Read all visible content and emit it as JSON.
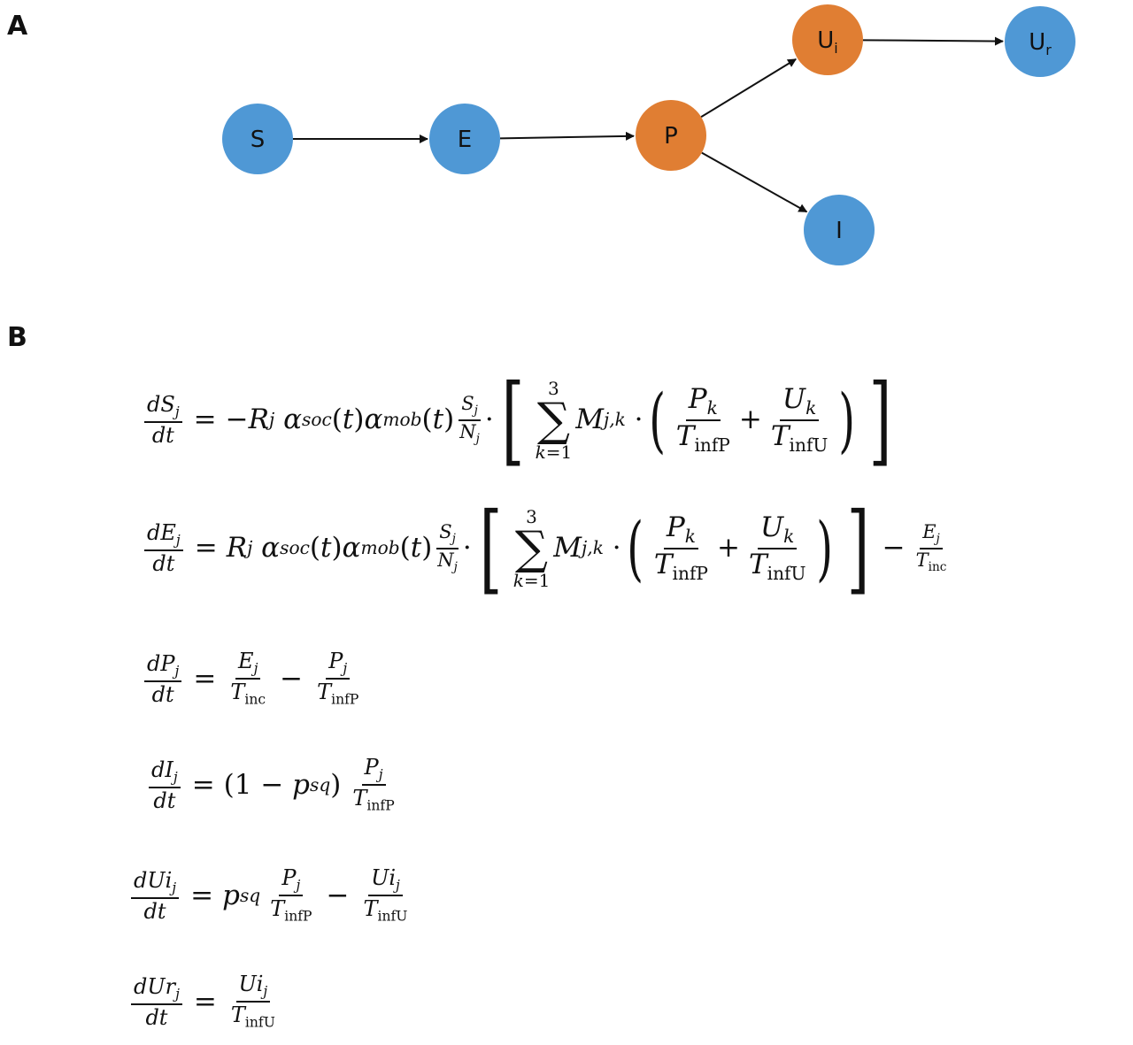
{
  "panels": {
    "a": "A",
    "b": "B"
  },
  "nodes": {
    "S": {
      "label": "S",
      "sub": "",
      "color": "#4f98d5"
    },
    "E": {
      "label": "E",
      "sub": "",
      "color": "#4f98d5"
    },
    "P": {
      "label": "P",
      "sub": "",
      "color": "#e07e33"
    },
    "Ui": {
      "label": "U",
      "sub": "i",
      "color": "#e07e33"
    },
    "Ur": {
      "label": "U",
      "sub": "r",
      "color": "#4f98d5"
    },
    "I": {
      "label": "I",
      "sub": "",
      "color": "#4f98d5"
    }
  },
  "edges": [
    [
      "S",
      "E"
    ],
    [
      "E",
      "P"
    ],
    [
      "P",
      "Ui"
    ],
    [
      "P",
      "I"
    ],
    [
      "Ui",
      "Ur"
    ]
  ],
  "equations": {
    "dS": "dS_j/dt = −R_j α_soc(t) α_mob(t) S_j/N_j · [ Σ_{k=1}^{3} M_{j,k} · ( P_k/T_infP + U_k/T_infU ) ]",
    "dE": "dE_j/dt = R_j α_soc(t) α_mob(t) S_j/N_j · [ Σ_{k=1}^{3} M_{j,k} · ( P_k/T_infP + U_k/T_infU ) ] − E_j/T_inc",
    "dP": "dP_j/dt = E_j/T_inc − P_j/T_infP",
    "dI": "dI_j/dt = (1 − p_sq) P_j/T_infP",
    "dUi": "dUi_j/dt = p_sq P_j/T_infP − Ui_j/T_infU",
    "dUr": "dUr_j/dt = Ui_j/T_infU"
  }
}
